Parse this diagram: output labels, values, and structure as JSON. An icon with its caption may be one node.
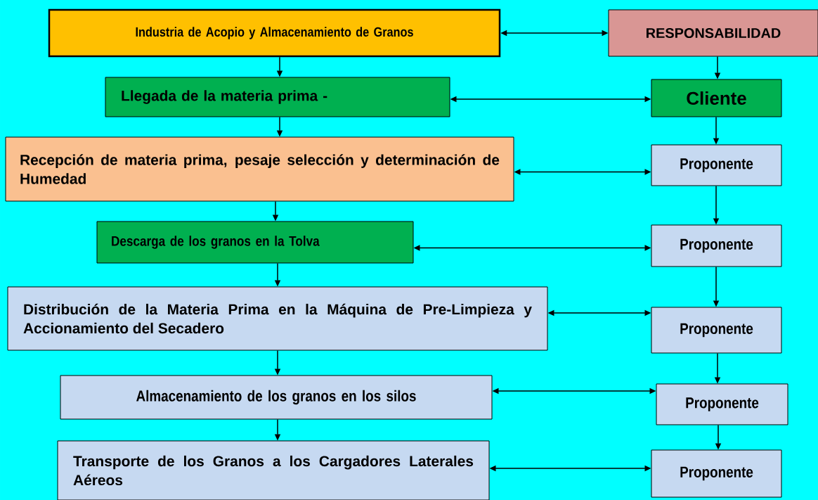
{
  "diagram": {
    "nodes": [
      {
        "text": [
          "Industria de Acopio y Almacenamiento de Granos"
        ]
      },
      {
        "text": [
          "RESPONSABILIDAD"
        ]
      },
      {
        "text": [
          "Llegada de la materia prima -"
        ]
      },
      {
        "text": [
          "Cliente"
        ]
      },
      {
        "text": [
          "Recepción de materia prima, pesaje selección y determinación de Humedad"
        ]
      },
      {
        "text": [
          "Proponente"
        ]
      },
      {
        "text": [
          "Descarga de los granos en la Tolva"
        ]
      },
      {
        "text": [
          "Proponente"
        ]
      },
      {
        "text": [
          "Distribución de la Materia Prima en la Máquina de Pre-Limpieza y Accionamiento del Secadero"
        ]
      },
      {
        "text": [
          "Proponente"
        ]
      },
      {
        "text": [
          "Almacenamiento de los granos en los silos"
        ]
      },
      {
        "text": [
          "Proponente"
        ]
      },
      {
        "text": [
          "Transporte de los Granos a los Cargadores Laterales Aéreos"
        ]
      },
      {
        "text": [
          "Proponente"
        ]
      }
    ],
    "edges": [
      {
        "from": 0,
        "to": 1,
        "arrow": "both"
      },
      {
        "from": 0,
        "to": 2,
        "arrow": "to"
      },
      {
        "from": 1,
        "to": 3,
        "arrow": "to"
      },
      {
        "from": 2,
        "to": 3,
        "arrow": "both"
      },
      {
        "from": 2,
        "to": 4,
        "arrow": "to"
      },
      {
        "from": 3,
        "to": 5,
        "arrow": "to"
      },
      {
        "from": 4,
        "to": 5,
        "arrow": "both"
      },
      {
        "from": 4,
        "to": 6,
        "arrow": "to"
      },
      {
        "from": 5,
        "to": 7,
        "arrow": "to"
      },
      {
        "from": 6,
        "to": 7,
        "arrow": "both"
      },
      {
        "from": 6,
        "to": 8,
        "arrow": "to"
      },
      {
        "from": 7,
        "to": 9,
        "arrow": "to"
      },
      {
        "from": 8,
        "to": 9,
        "arrow": "both"
      },
      {
        "from": 8,
        "to": 10,
        "arrow": "to"
      },
      {
        "from": 9,
        "to": 11,
        "arrow": "to"
      },
      {
        "from": 10,
        "to": 11,
        "arrow": "both"
      },
      {
        "from": 10,
        "to": 12,
        "arrow": "to"
      },
      {
        "from": 11,
        "to": 13,
        "arrow": "to"
      },
      {
        "from": 12,
        "to": 13,
        "arrow": "both"
      }
    ]
  }
}
